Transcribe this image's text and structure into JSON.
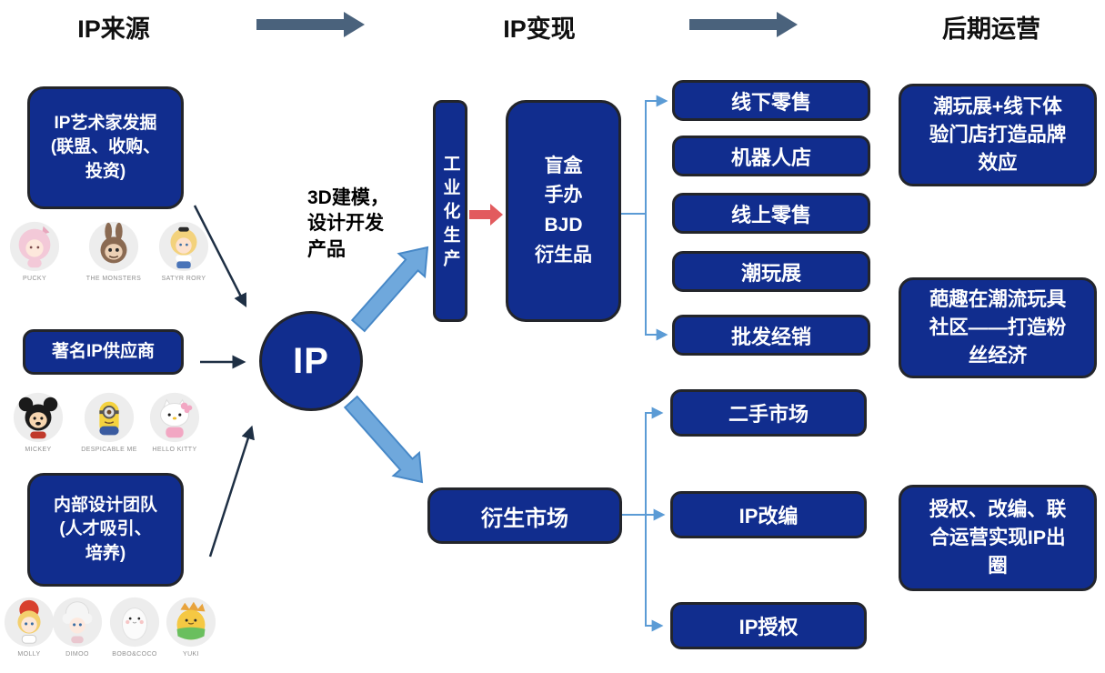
{
  "header": {
    "stages": [
      "IP来源",
      "IP变现",
      "后期运营"
    ]
  },
  "sources": {
    "artist_box": "IP艺术家发掘\n(联盟、收购、\n投资)",
    "supplier_box": "著名IP供应商",
    "internal_box": "内部设计团队\n(人才吸引、\n培养)"
  },
  "characters": {
    "artist_ips": [
      "PUCKY",
      "THE MONSTERS",
      "SATYR RORY"
    ],
    "licensed_ips": [
      "MICKEY",
      "DESPICABLE ME",
      "HELLO KITTY"
    ],
    "inhouse_ips": [
      "MOLLY",
      "DIMOO",
      "BOBO&COCO",
      "YUKI"
    ]
  },
  "core": {
    "label": "IP"
  },
  "mid": {
    "process_note": "3D建模，\n设计开发\n产品",
    "production_label": "工业化生产",
    "products": "盲盒\n手办\nBJD\n衍生品",
    "channels": [
      "线下零售",
      "机器人店",
      "线上零售",
      "潮玩展",
      "批发经销"
    ]
  },
  "derivative": {
    "label": "衍生市场",
    "channels": [
      "二手市场",
      "IP改编",
      "IP授权"
    ]
  },
  "operations": [
    "潮玩展+线下体\n验门店打造品牌\n效应",
    "葩趣在潮流玩具\n社区——打造粉\n丝经济",
    "授权、改编、联\n合运营实现IP出\n圈"
  ],
  "colors": {
    "node_navy": "#112d8e",
    "connector_blue": "#5b9bd5",
    "thick_arrow_blue": "#6fa8dc",
    "process_arrow_red": "#e25b5e",
    "stage_arrow_slate": "#4a627c"
  }
}
